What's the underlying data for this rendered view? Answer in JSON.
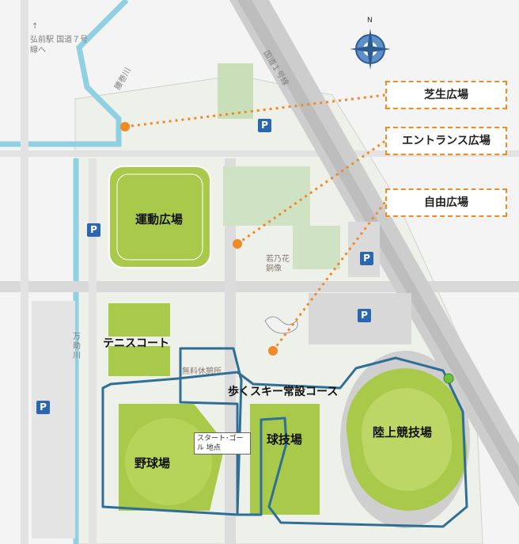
{
  "map": {
    "compass_letter": "N",
    "callouts": {
      "lawn": "芝生広場",
      "entrance": "エントランス広場",
      "free": "自由広場"
    },
    "facilities": {
      "sports_plaza": "運動広場",
      "tennis": "テニスコート",
      "baseball": "野球場",
      "ball_field": "球技場",
      "athletics": "陸上競技場",
      "ski_course": "歩くスキー常設コース",
      "rest_house": "無料休憩所",
      "start_goal": "スタート･ゴール 地点",
      "statue": "若乃花 銅像"
    },
    "roads": {
      "hirosaki": "弘前駅 国道７号線へ",
      "hirosaki_arrow": "↑",
      "kanjo_line": "国道１号線",
      "river_west": "腰巻川",
      "river_mansuke": "万助川"
    },
    "parking_label": "P",
    "colors": {
      "orange": "#f08a24",
      "course_blue": "#2f6e95",
      "grass": "#a9c94a",
      "parking_blue": "#2b66b0",
      "road": "#d9d9d9",
      "river": "#8fd1e3"
    }
  }
}
